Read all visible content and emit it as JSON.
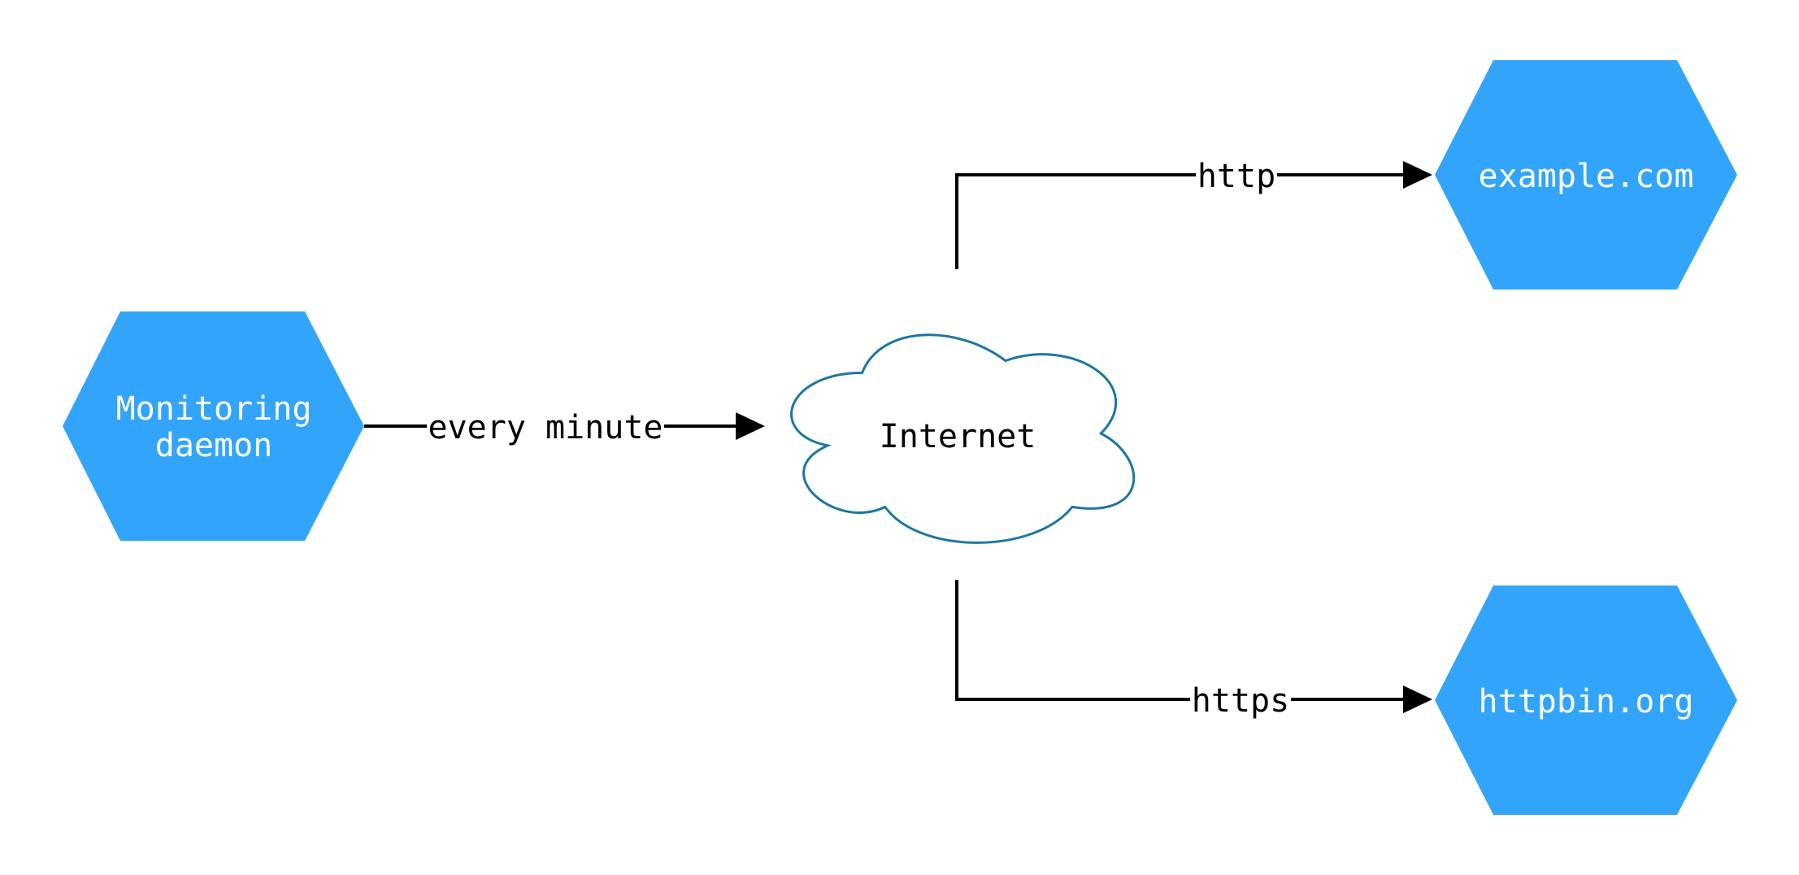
{
  "diagram": {
    "title": "monitoring-network-diagram",
    "background_color": "#ffffff",
    "colors": {
      "node_fill": "#32A5FA",
      "node_text": "#ffffff",
      "cloud_stroke": "#1B76A3",
      "cloud_fill": "#ffffff",
      "edge_color": "#000000",
      "edge_label_color": "#000000"
    },
    "nodes": {
      "monitoring": {
        "shape": "hexagon",
        "label": "Monitoring daemon",
        "line1": "Monitoring",
        "line2": "daemon"
      },
      "internet": {
        "shape": "cloud",
        "label": "Internet"
      },
      "example": {
        "shape": "hexagon",
        "label": "example.com"
      },
      "httpbin": {
        "shape": "hexagon",
        "label": "httpbin.org"
      }
    },
    "edges": [
      {
        "from": "monitoring",
        "to": "internet",
        "label": "every minute"
      },
      {
        "from": "internet",
        "to": "example",
        "label": "http"
      },
      {
        "from": "internet",
        "to": "httpbin",
        "label": "https"
      }
    ]
  }
}
